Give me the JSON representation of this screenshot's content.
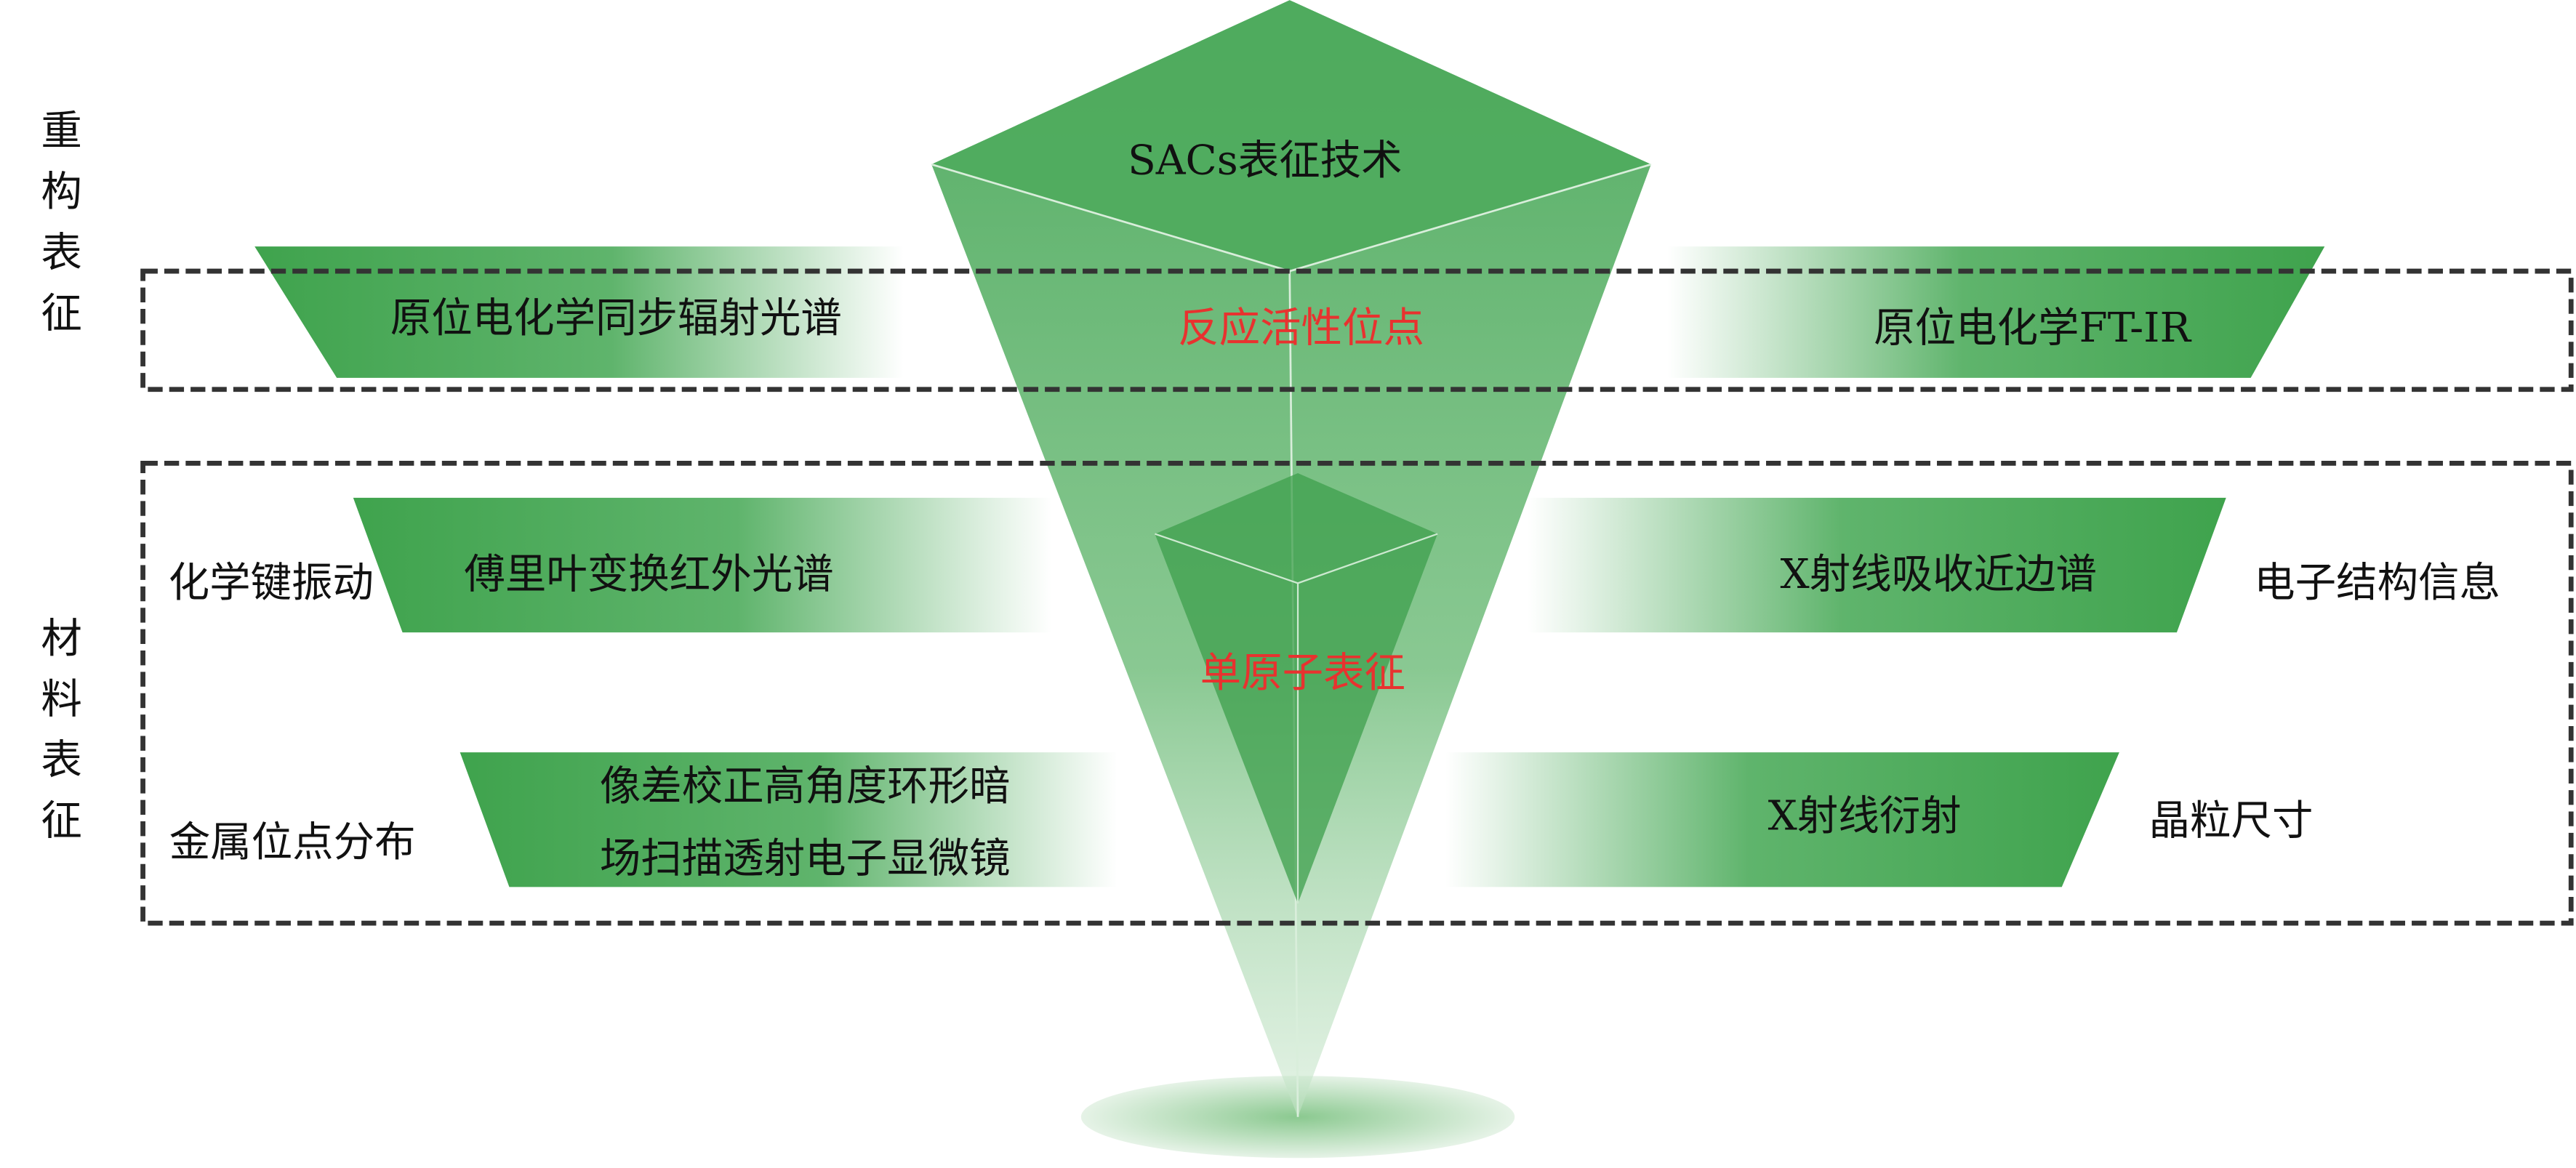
{
  "title": "SACs表征技术",
  "center_labels": {
    "reconstruction": "反应活性位点",
    "material": "单原子表征"
  },
  "side_labels": {
    "reconstruction": "重构表征",
    "material": "材料表征"
  },
  "techniques": {
    "sync_radiation": "原位电化学同步辐射光谱",
    "ftir_insitu": "原位电化学FT-IR",
    "ftir": "傅里叶变换红外光谱",
    "xanes": "X射线吸收近边谱",
    "haadf_line1": "像差校正高角度环形暗",
    "haadf_line2": "场扫描透射电子显微镜",
    "xrd": "X射线衍射"
  },
  "properties": {
    "bond_vibration": "化学键振动",
    "electronic_structure": "电子结构信息",
    "metal_distribution": "金属位点分布",
    "grain_size": "晶粒尺寸"
  },
  "colors": {
    "green": "#3fa34d",
    "red": "#e8322f",
    "dash": "#333333"
  }
}
